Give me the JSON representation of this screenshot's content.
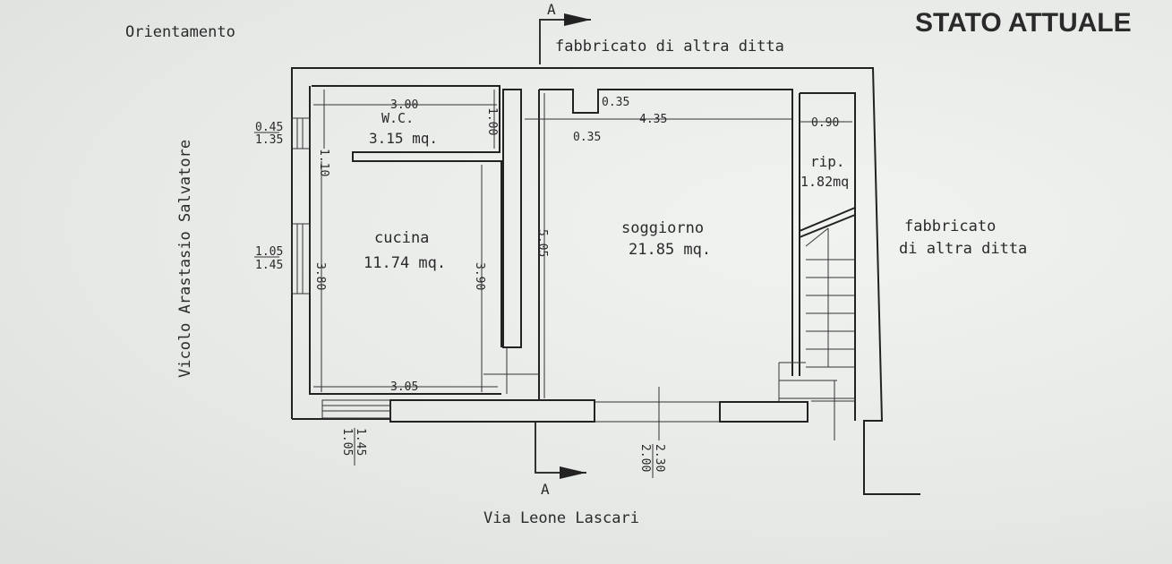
{
  "title": "STATO ATTUALE",
  "compass_label": "Orientamento",
  "section_top": "A",
  "section_bottom": "A",
  "neighbors": {
    "north": "fabbricato di altra ditta",
    "east_line1": "fabbricato",
    "east_line2": "di altra ditta"
  },
  "streets": {
    "west": "Vicolo Arastasio Salvatore",
    "south": "Via Leone Lascari"
  },
  "rooms": {
    "wc": {
      "name": "W.C.",
      "area": "3.15 mq."
    },
    "cucina": {
      "name": "cucina",
      "area": "11.74 mq."
    },
    "soggiorno": {
      "name": "soggiorno",
      "area": "21.85 mq."
    },
    "rip": {
      "name": "rip.",
      "area": "1.82mq"
    }
  },
  "dimensions": {
    "wc_width": "3.00",
    "wc_depth_left": "1.10",
    "wc_depth_right": "1.00",
    "soggiorno_width": "4.35",
    "niche_top": "0.35",
    "niche_bottom": "0.35",
    "rip_width": "0.90",
    "soggiorno_depth": "5.05",
    "cucina_depth_left": "3.80",
    "cucina_depth_right": "3.90",
    "cucina_width": "3.05"
  },
  "openings": {
    "window_wc_top": "0.45",
    "window_wc_bottom": "1.35",
    "window_cucina_top": "1.05",
    "window_cucina_bottom": "1.45",
    "door_cucina_top": "1.05",
    "door_cucina_bottom": "1.45",
    "door_main_top": "2.00",
    "door_main_bottom": "2.30"
  }
}
